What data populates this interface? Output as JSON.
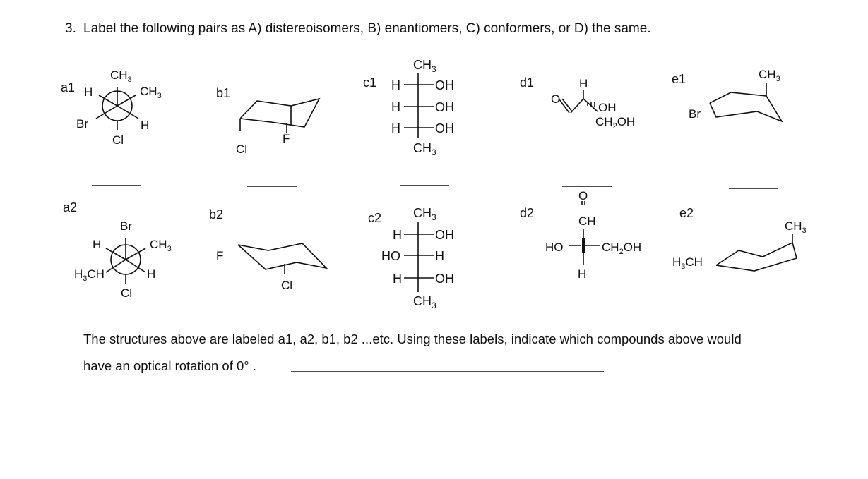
{
  "question": {
    "number": "3.",
    "text": "Label the following pairs as A) distereoisomers, B) enantiomers, C) conformers, or D) the same."
  },
  "labels": {
    "a1": "a1",
    "a2": "a2",
    "b1": "b1",
    "b2": "b2",
    "c1": "c1",
    "c2": "c2",
    "d1": "d1",
    "d2": "d2",
    "e1": "e1",
    "e2": "e2"
  },
  "atoms": {
    "H": "H",
    "Br": "Br",
    "Cl": "Cl",
    "F": "F",
    "OH": "OH",
    "HO": "HO",
    "CH": "CH",
    "O": "O",
    "CH3_main": "CH",
    "sub3": "3",
    "sub2": "2",
    "H3C_H": "H",
    "CH2OH_a": "CH",
    "CH2OH_b": "OH"
  },
  "footer": {
    "line1": "The structures above are labeled a1, a2, b1, b2 ...etc.  Using these labels, indicate which compounds above would",
    "line2": "have an optical rotation of 0° ."
  }
}
